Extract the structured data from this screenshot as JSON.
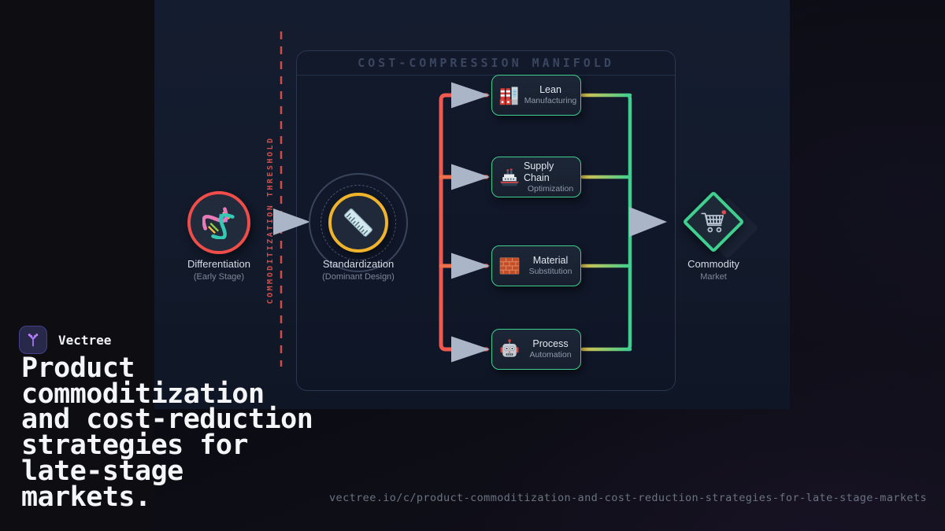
{
  "brand": {
    "name": "Vectree"
  },
  "headline": "Product commoditization and cost-reduction strategies for late-stage markets.",
  "footer_url": "vectree.io/c/product-commoditization-and-cost-reduction-strategies-for-late-stage-markets",
  "diagram": {
    "threshold": {
      "label": "COMMODITIZATION THRESHOLD",
      "color": "#cf4d48"
    },
    "manifold": {
      "title": "COST-COMPRESSION MANIFOLD"
    },
    "stages": [
      {
        "title": "Differentiation",
        "subtitle": "(Early Stage)",
        "icon": "dna-icon",
        "accent": "#ef4d49"
      },
      {
        "title": "Standardization",
        "subtitle": "(Dominant Design)",
        "icon": "ruler-icon",
        "accent": "#f0b42c"
      },
      {
        "title": "Commodity",
        "subtitle": "Market",
        "icon": "shopping-cart-icon",
        "accent": "#3fcf8e"
      }
    ],
    "strategies": [
      {
        "title": "Lean",
        "subtitle": "Manufacturing",
        "icon": "factory-icon"
      },
      {
        "title": "Supply Chain",
        "subtitle": "Optimization",
        "icon": "ship-icon"
      },
      {
        "title": "Material",
        "subtitle": "Substitution",
        "icon": "brick-wall-icon"
      },
      {
        "title": "Process",
        "subtitle": "Automation",
        "icon": "robot-icon"
      }
    ],
    "flow_colors": {
      "input_spine": "#ef5a50",
      "input_stub": "#ee6f4b",
      "output_start": "#dcc14f",
      "output_end": "#3fcf8e",
      "arrow": "#aab5c7"
    }
  }
}
